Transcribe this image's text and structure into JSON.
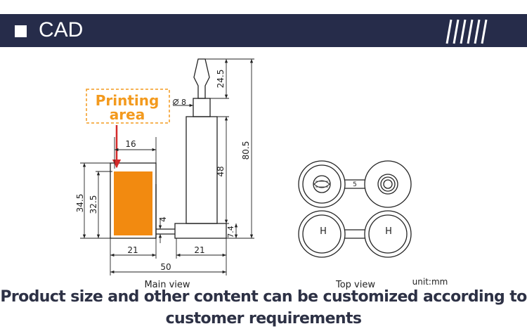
{
  "header": {
    "title": "CAD"
  },
  "main_view": {
    "printing_label_line1": "Printing",
    "printing_label_line2": "area",
    "dim_16": "16",
    "dim_345": "34.5",
    "dim_325": "32.5",
    "dim_4": "4",
    "dim_21_left": "21",
    "dim_21_right": "21",
    "dim_50": "50",
    "dim_dia8": "8",
    "dim_245": "24.5",
    "dim_48": "48",
    "dim_805": "80.5",
    "dim_74": "7.4",
    "caption": "Main view"
  },
  "top_view": {
    "dim_5": "5",
    "letter_left": "H",
    "letter_right": "H",
    "caption": "Top view",
    "unit": "unit:mm"
  },
  "footer": {
    "line1": "Product size and other content can be customized according to",
    "line2": "customer requirements"
  },
  "colors": {
    "header_bg": "#262c4a",
    "printing_orange": "#f28a10",
    "arrow_red": "#d42a2a",
    "label_orange": "#f39a1e"
  }
}
